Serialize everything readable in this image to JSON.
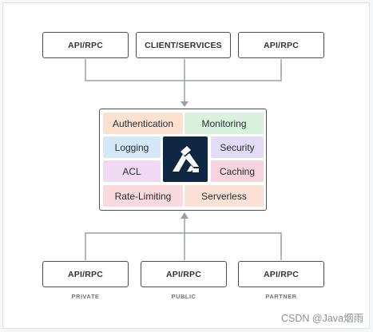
{
  "top_row": {
    "left": "API/RPC",
    "middle": "CLIENT/SERVICES",
    "right": "API/RPC"
  },
  "gateway": {
    "plugins": {
      "authentication": "Authentication",
      "monitoring": "Monitoring",
      "logging": "Logging",
      "security": "Security",
      "acl": "ACL",
      "caching": "Caching",
      "rate_limiting": "Rate-Limiting",
      "serverless": "Serverless"
    },
    "logo_icon": "gateway-logo-icon"
  },
  "bottom_row": {
    "left": "API/RPC",
    "left_caption": "PRIVATE",
    "middle": "API/RPC",
    "middle_caption": "PUBLIC",
    "right": "API/RPC",
    "right_caption": "PARTNER"
  },
  "watermark": "CSDN @Java烟雨",
  "colors": {
    "authentication": "#fbe1cf",
    "monitoring": "#d8f2dd",
    "logging": "#d5e8f8",
    "security": "#e3dcf7",
    "acl": "#f0daf3",
    "caching": "#f7d3dd",
    "rate_limiting": "#f9dadc",
    "serverless": "#fbe1d6",
    "logo_bg": "#0f2742",
    "connector": "#9aa0a6"
  }
}
